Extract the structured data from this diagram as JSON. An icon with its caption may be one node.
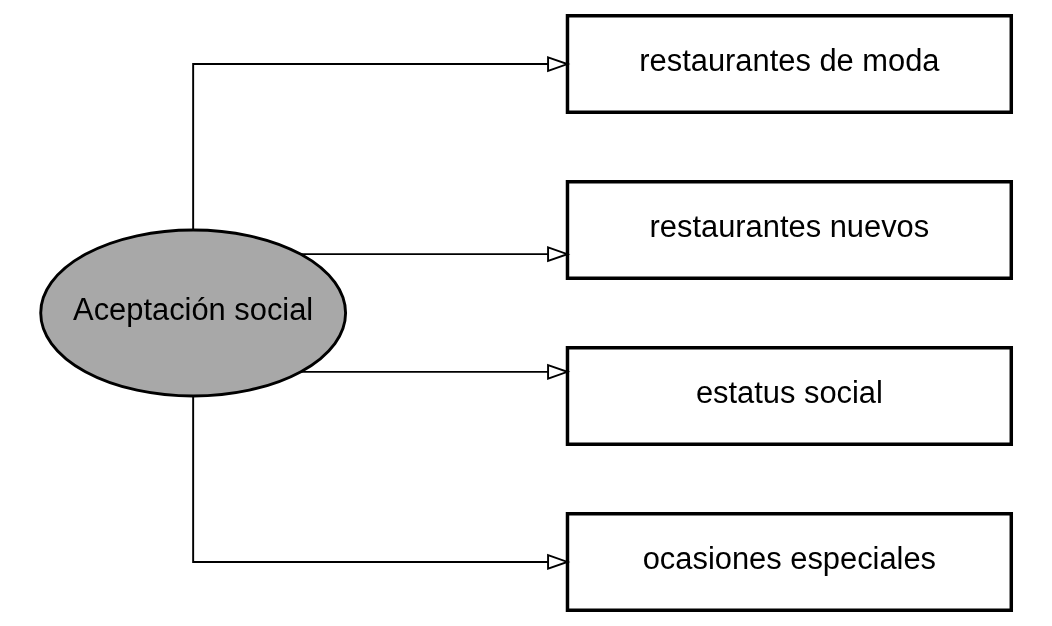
{
  "diagram": {
    "nodes": [
      {
        "text": [
          "Aceptación social"
        ]
      },
      {
        "text": [
          "restaurantes de moda"
        ]
      },
      {
        "text": [
          "restaurantes nuevos"
        ]
      },
      {
        "text": [
          "estatus social"
        ]
      },
      {
        "text": [
          "ocasiones especiales"
        ]
      }
    ],
    "edges": [
      {
        "from": 0,
        "to": 1,
        "arrow": "to"
      },
      {
        "from": 0,
        "to": 2,
        "arrow": "to"
      },
      {
        "from": 0,
        "to": 3,
        "arrow": "to"
      },
      {
        "from": 0,
        "to": 4,
        "arrow": "to"
      }
    ]
  }
}
